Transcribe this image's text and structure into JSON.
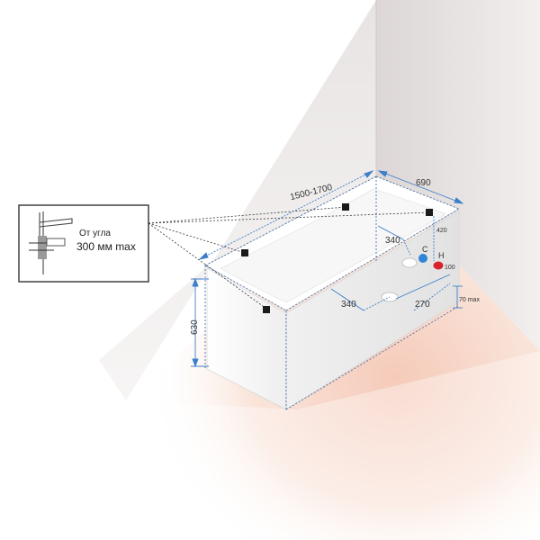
{
  "dimensions": {
    "length": "1500-1700",
    "width": "690",
    "height": "630",
    "drain_from_wall": "340",
    "drain_front": "340",
    "drain_side": "270",
    "pipe_height": "420",
    "pipe_spacing": "100",
    "floor_gap": "70 max"
  },
  "pipes": {
    "cold_label": "C",
    "hot_label": "H"
  },
  "inset": {
    "line1": "От угла",
    "line2": "300 мм max"
  },
  "colors": {
    "dimension_line": "#3d7fc8",
    "cold_pipe": "#2f86d6",
    "hot_pipe": "#d9232b",
    "bracket": "#1a1a1a",
    "wall_shade": "#e9e5e5",
    "floor_tint": "#f2c8b4"
  }
}
